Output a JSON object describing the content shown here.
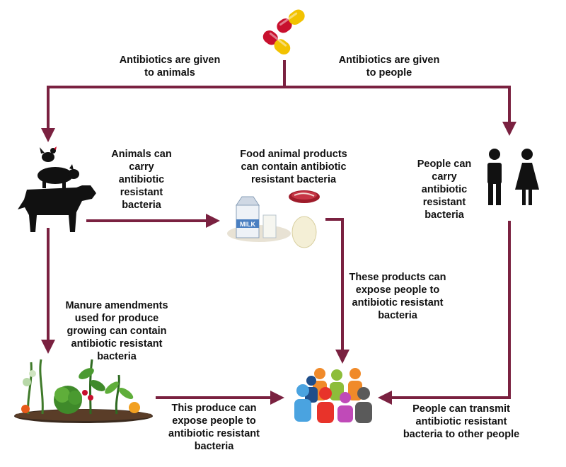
{
  "labels": {
    "given_to_animals": [
      "Antibiotics are given",
      "to animals"
    ],
    "given_to_people": [
      "Antibiotics are given",
      "to people"
    ],
    "animals_carry": [
      "Animals can",
      "carry",
      "antibiotic",
      "resistant",
      "bacteria"
    ],
    "food_products": [
      "Food animal products",
      "can contain antibiotic",
      "resistant bacteria"
    ],
    "people_carry": [
      "People can",
      "carry",
      "antibiotic",
      "resistant",
      "bacteria"
    ],
    "products_expose": [
      "These products can",
      "expose people to",
      "antibiotic resistant",
      "bacteria"
    ],
    "manure": [
      "Manure amendments",
      "used for produce",
      "growing can contain",
      "antibiotic resistant",
      "bacteria"
    ],
    "produce_expose": [
      "This produce can",
      "expose people to",
      "antibiotic resistant",
      "bacteria"
    ],
    "people_transmit": [
      "People can transmit",
      "antibiotic resistant",
      "bacteria to other people"
    ]
  },
  "milk_carton_text": "MILK",
  "icons": [
    "antibiotic-capsules-icon",
    "farm-animals-icon",
    "people-icon",
    "food-products-icon",
    "produce-garden-icon",
    "crowd-icon"
  ],
  "colors": {
    "arrow": "#7a2140",
    "capsule_red": "#c8102e",
    "capsule_yellow": "#f2c200"
  }
}
